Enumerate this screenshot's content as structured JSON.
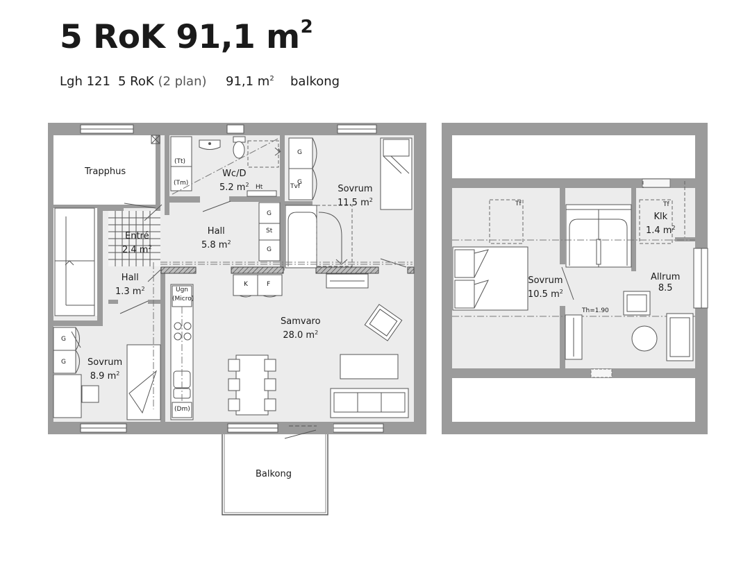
{
  "header": {
    "title": "5 RoK 91,1 m",
    "title_sup": "2",
    "apartment": "Lgh 121",
    "rooms": "5 RoK",
    "levels": "(2 plan)",
    "area": "91,1 m",
    "area_sup": "2",
    "extra": "balkong"
  },
  "plan_lower": {
    "trapphus": "Trapphus",
    "wc_name": "Wc/D",
    "wc_area": "5.2 m",
    "sovrum_top_name": "Sovrum",
    "sovrum_top_area": "11.5 m",
    "entre_name": "Entré",
    "entre_area": "2.4 m",
    "hall1_name": "Hall",
    "hall1_area": "5.8 m",
    "hall2_name": "Hall",
    "hall2_area": "1.3 m",
    "samvaro_name": "Samvaro",
    "samvaro_area": "28.0 m",
    "sovrum_bottom_name": "Sovrum",
    "sovrum_bottom_area": "8.9 m",
    "balkong": "Balkong",
    "sq": "2",
    "abbr": {
      "tt": "(Tt)",
      "tm": "(Tm)",
      "ht": "Ht",
      "tvf": "Tvf",
      "g": "G",
      "st": "St",
      "k": "K",
      "f": "F",
      "ugn": "Ugn",
      "micro": "(Micro)",
      "dm": "(Dm)"
    }
  },
  "plan_upper": {
    "sovrum_name": "Sovrum",
    "sovrum_area": "10.5 m",
    "allrum_name": "Allrum",
    "allrum_area": "8.5",
    "klk_name": "Klk",
    "klk_area": "1.4 m",
    "tf": "Tf",
    "th": "Th=1.90",
    "sq": "2"
  }
}
